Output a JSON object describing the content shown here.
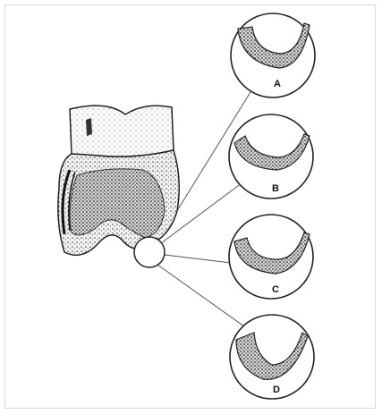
{
  "figure": {
    "details": [
      {
        "label": "A"
      },
      {
        "label": "B"
      },
      {
        "label": "C"
      },
      {
        "label": "D"
      }
    ]
  }
}
